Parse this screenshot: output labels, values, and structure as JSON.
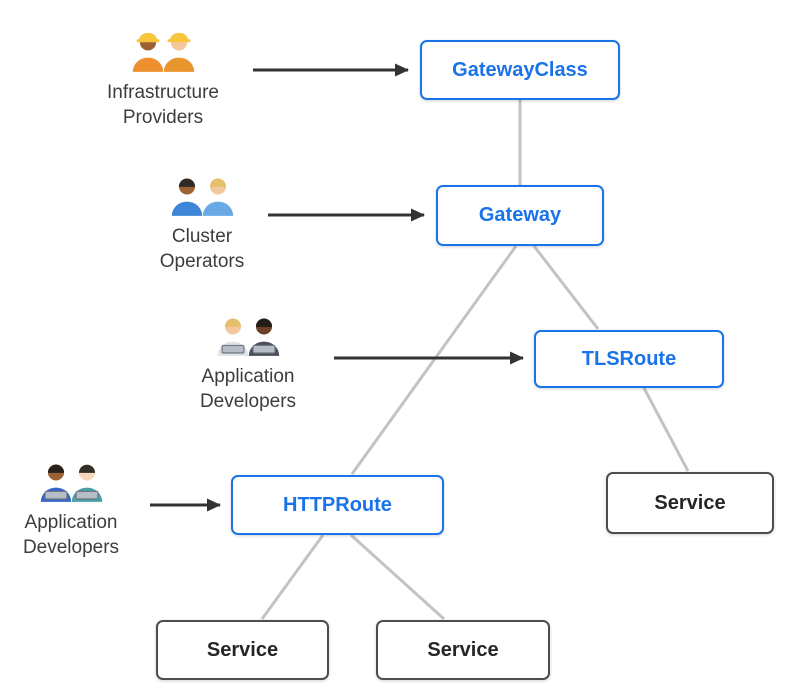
{
  "diagram": {
    "nodes": {
      "gatewayClass": {
        "label": "GatewayClass",
        "style": "blue"
      },
      "gateway": {
        "label": "Gateway",
        "style": "blue"
      },
      "tlsRoute": {
        "label": "TLSRoute",
        "style": "blue"
      },
      "httpRoute": {
        "label": "HTTPRoute",
        "style": "blue"
      },
      "serviceTls": {
        "label": "Service",
        "style": "gray"
      },
      "serviceHttp1": {
        "label": "Service",
        "style": "gray"
      },
      "serviceHttp2": {
        "label": "Service",
        "style": "gray"
      }
    },
    "personas": [
      {
        "label": "Infrastructure Providers",
        "icon": "construction-worker-icons",
        "target": "GatewayClass"
      },
      {
        "label": "Cluster Operators",
        "icon": "mechanic-icons",
        "target": "Gateway"
      },
      {
        "label": "Application Developers",
        "icon": "technologist-icons",
        "target": "TLSRoute"
      },
      {
        "label": "Application Developers",
        "icon": "technologist-icons",
        "target": "HTTPRoute"
      }
    ],
    "edges": [
      {
        "from": "GatewayClass",
        "to": "Gateway"
      },
      {
        "from": "Gateway",
        "to": "TLSRoute"
      },
      {
        "from": "Gateway",
        "to": "HTTPRoute"
      },
      {
        "from": "TLSRoute",
        "to": "Service"
      },
      {
        "from": "HTTPRoute",
        "to": "Service"
      },
      {
        "from": "HTTPRoute",
        "to": "Service"
      }
    ],
    "colors": {
      "resource_accent": "#1a73e8",
      "service_border": "#4d4d4d",
      "connector": "#c3c3c3",
      "arrow": "#333333"
    }
  }
}
